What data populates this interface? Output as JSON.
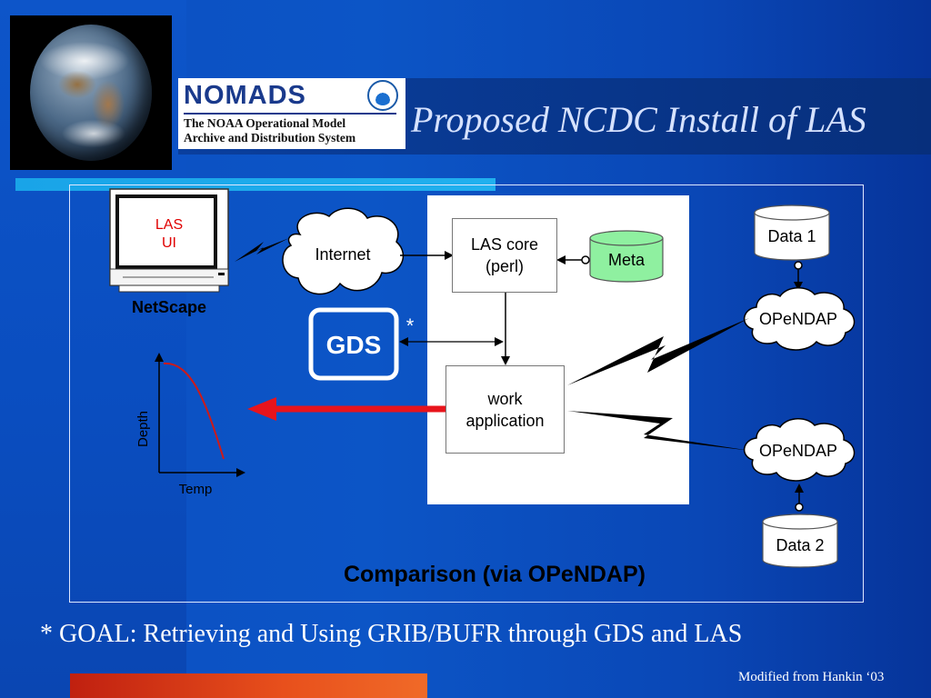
{
  "title": "Proposed NCDC Install of LAS",
  "logo": {
    "name": "NOMADS",
    "subtitle_line1": "The NOAA Operational Model",
    "subtitle_line2": "Archive and Distribution System"
  },
  "diagram": {
    "client": {
      "screen_line1": "LAS",
      "screen_line2": "UI",
      "caption": "NetScape"
    },
    "internet_label": "Internet",
    "gds_label": "GDS",
    "gds_marker": "*",
    "las_core": "LAS core\n(perl)",
    "meta_label": "Meta",
    "work_app": "work\napplication",
    "opendap_top": "OPeNDAP",
    "opendap_bottom": "OPeNDAP",
    "data1_label": "Data 1",
    "data2_label": "Data 2",
    "plot": {
      "ylabel": "Depth",
      "xlabel": "Temp"
    },
    "caption": "Comparison (via OPeNDAP)",
    "colors": {
      "arrow_red": "#e8141c",
      "meta_green": "#8ff0a0",
      "link_black": "#000000"
    }
  },
  "footer": {
    "goal": "* GOAL: Retrieving and Using GRIB/BUFR through GDS and LAS",
    "credit": "Modified from Hankin ‘03"
  }
}
